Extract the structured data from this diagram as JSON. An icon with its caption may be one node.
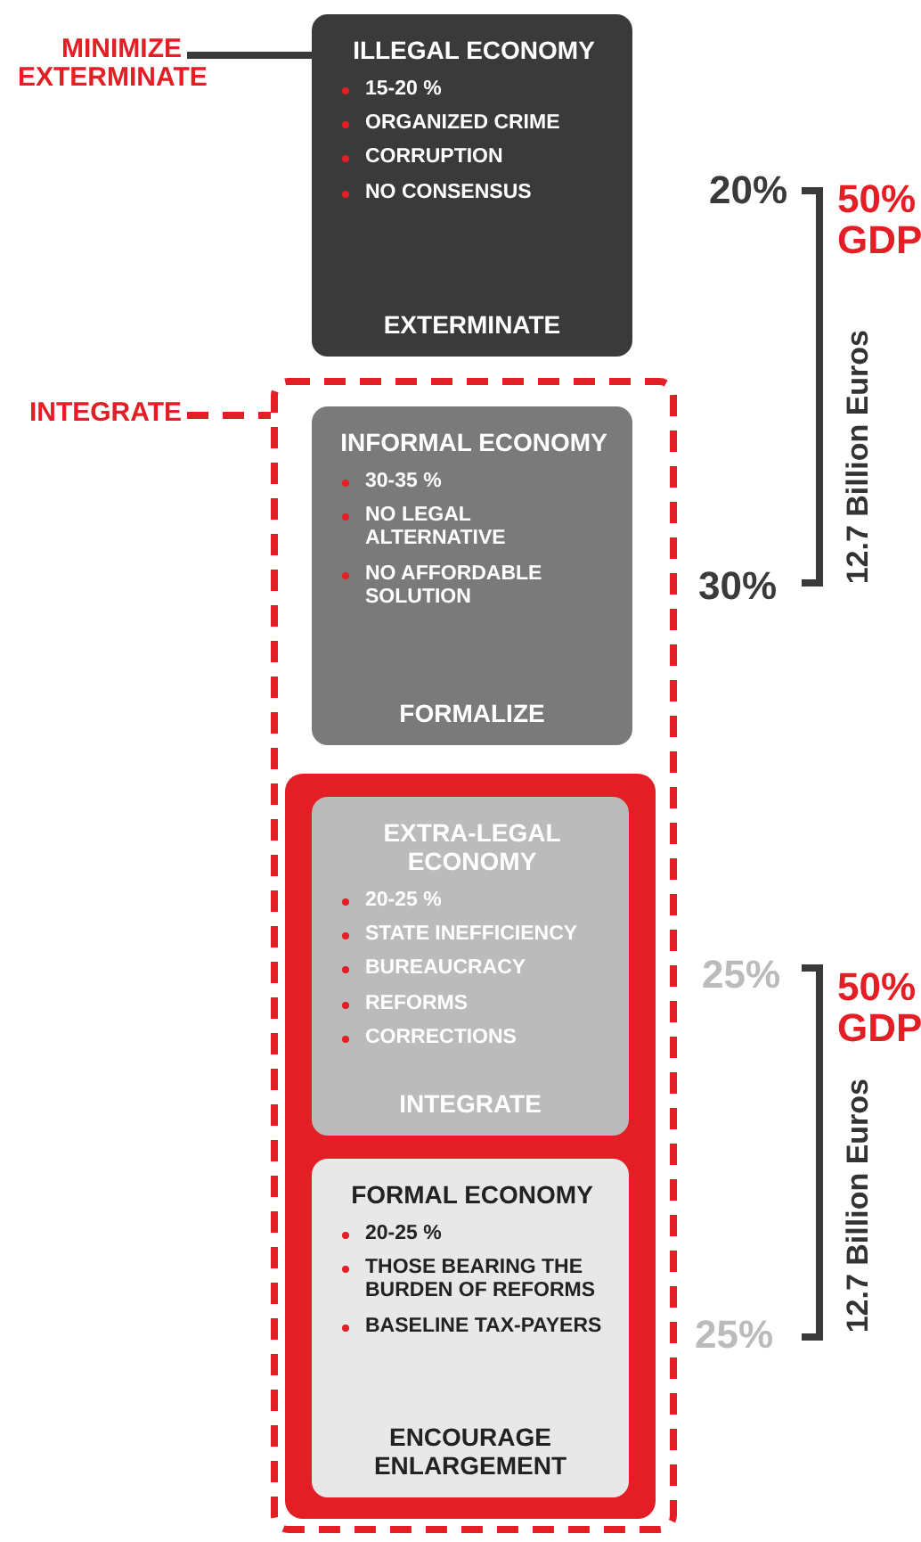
{
  "diagram": {
    "nodes": [
      {
        "text": [
          "MINIMIZE EXTERMINATE"
        ]
      },
      {
        "text": [
          "ILLEGAL ECONOMY",
          "15-20 %",
          "ORGANIZED CRIME",
          "CORRUPTION",
          "NO CONSENSUS",
          "EXTERMINATE"
        ]
      },
      {
        "text": [
          "INTEGRATE"
        ]
      },
      {
        "text": [],
        "shape": "box"
      },
      {
        "text": [
          "INFORMAL ECONOMY",
          "30-35 %",
          "NO LEGAL ALTERNATIVE",
          "NO AFFORDABLE SOLUTION",
          "FORMALIZE"
        ],
        "in": 3
      },
      {
        "text": [],
        "shape": "box",
        "in": 3
      },
      {
        "text": [
          "EXTRA-LEGAL ECONOMY",
          "20-25 %",
          "STATE INEFFICIENCY",
          "BUREAUCRACY",
          "REFORMS",
          "CORRECTIONS",
          "INTEGRATE"
        ],
        "in": 5
      },
      {
        "text": [
          "FORMAL ECONOMY",
          "20-25 %",
          "THOSE BEARING THE BURDEN OF REFORMS",
          "BASELINE TAX-PAYERS",
          "ENCOURAGE ENLARGEMENT"
        ],
        "in": 5
      }
    ],
    "edges": [
      {
        "from": 0,
        "to": 1,
        "arrow": "none"
      },
      {
        "from": 2,
        "to": 3,
        "arrow": "none",
        "style": "dashed",
        "color": "#e31e24"
      }
    ],
    "labels": [
      "20%",
      "50% GDP",
      "12.7 Billion Euros",
      "30%",
      "25%",
      "50% GDP",
      "12.7 Billion Euros",
      "25%"
    ]
  }
}
